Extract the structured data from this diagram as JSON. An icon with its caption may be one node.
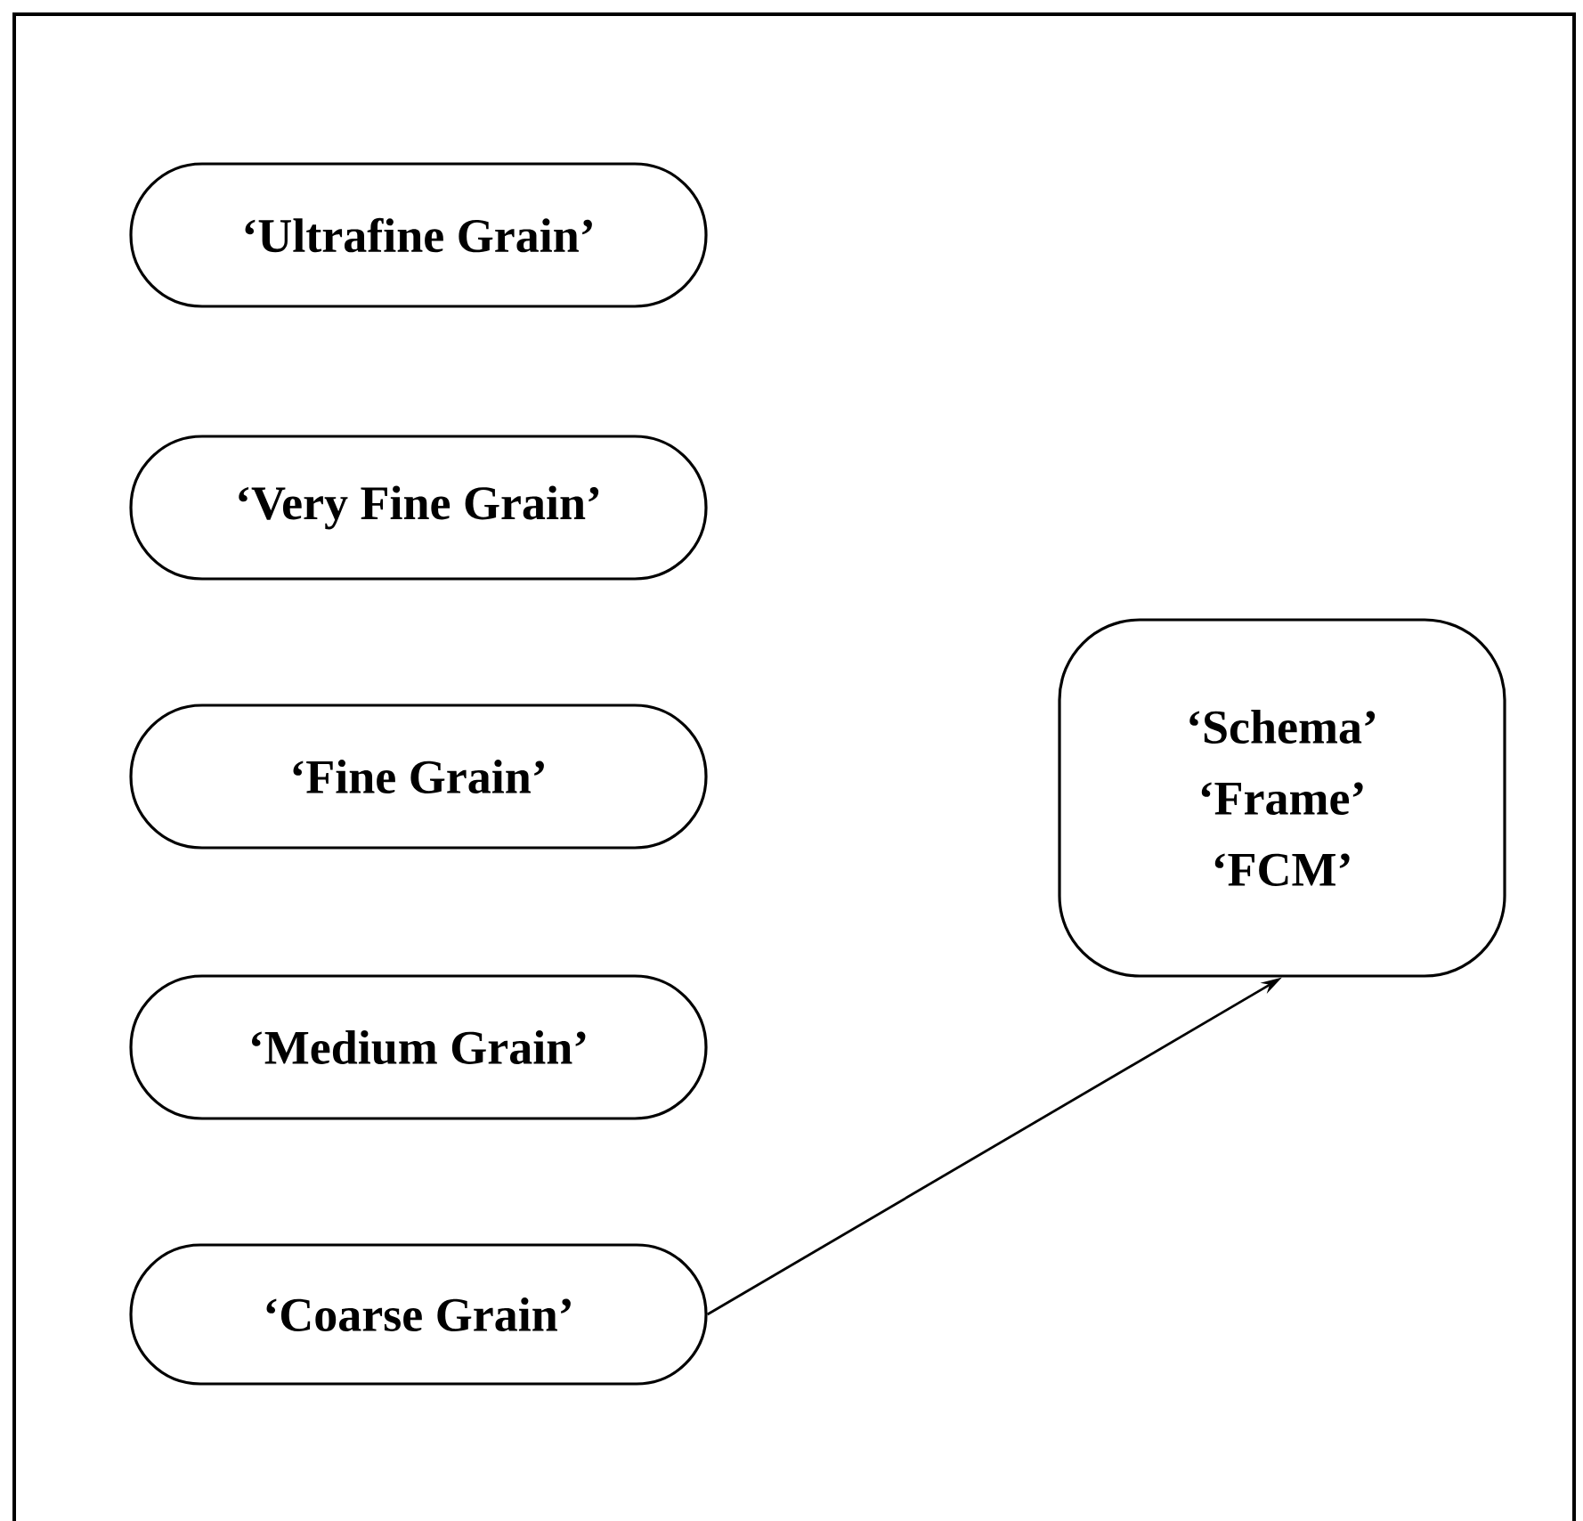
{
  "diagram": {
    "nodes": [
      {
        "text": [
          "‘Ultrafine Grain’"
        ]
      },
      {
        "text": [
          "‘Very Fine Grain’"
        ]
      },
      {
        "text": [
          "‘Fine Grain’"
        ]
      },
      {
        "text": [
          "‘Medium Grain’"
        ]
      },
      {
        "text": [
          "‘Coarse Grain’"
        ]
      },
      {
        "text": [
          "‘Schema’",
          "‘Frame’",
          "‘FCM’"
        ]
      }
    ],
    "edges": [
      {
        "from": 4,
        "to": 5,
        "arrow": "to"
      }
    ]
  }
}
